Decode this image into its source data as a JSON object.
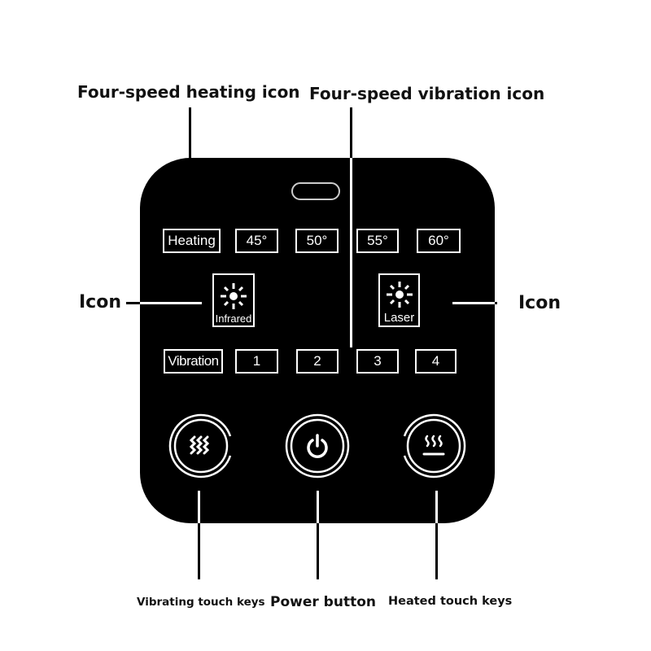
{
  "callouts": {
    "heating_icon": "Four-speed heating icon",
    "vibration_icon": "Four-speed vibration icon",
    "icon_left": "Icon",
    "icon_right": "Icon",
    "vibrating_keys": "Vibrating touch keys",
    "power_button": "Power button",
    "heated_keys": "Heated touch keys"
  },
  "panel": {
    "heating_row": {
      "label": "Heating",
      "levels": [
        "45°",
        "50°",
        "55°",
        "60°"
      ]
    },
    "vibration_row": {
      "label": "Vibration",
      "levels": [
        "1",
        "2",
        "3",
        "4"
      ]
    },
    "mode_icons": [
      {
        "label": "Infrared",
        "icon": "sun-icon"
      },
      {
        "label": "Laser",
        "icon": "sun-icon"
      }
    ],
    "buttons": [
      {
        "name": "vibration",
        "icon": "vibration-waves-icon"
      },
      {
        "name": "power",
        "icon": "power-icon"
      },
      {
        "name": "heat",
        "icon": "heat-icon"
      }
    ]
  }
}
